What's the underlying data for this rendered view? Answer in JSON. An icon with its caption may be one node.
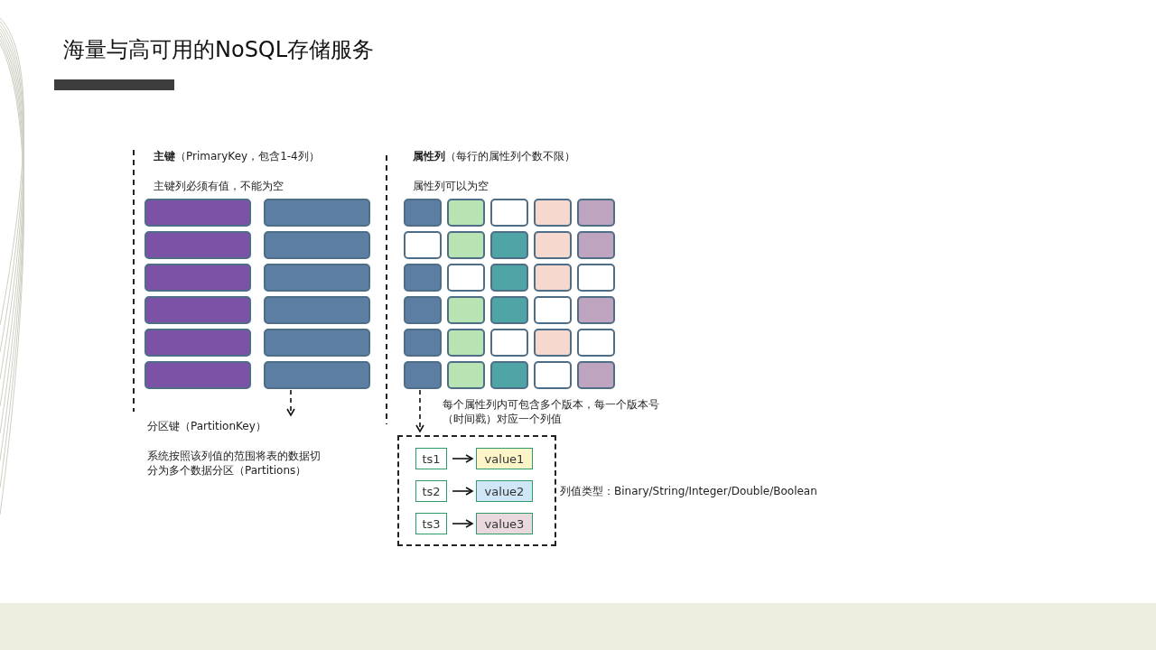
{
  "diagram": {
    "title": "海量与高可用的NoSQL存储服务",
    "nodes": [
      {
        "text": [],
        "shape": "box"
      },
      {
        "text": [],
        "shape": "box"
      },
      {
        "text": [],
        "shape": "box"
      },
      {
        "text": [],
        "shape": "box"
      },
      {
        "text": [],
        "shape": "box"
      },
      {
        "text": [],
        "shape": "box"
      },
      {
        "text": [],
        "shape": "box"
      },
      {
        "text": [],
        "shape": "box"
      },
      {
        "text": [],
        "shape": "box"
      },
      {
        "text": [],
        "shape": "box"
      },
      {
        "text": [],
        "shape": "box"
      },
      {
        "text": [],
        "shape": "box"
      },
      {
        "text": [],
        "shape": "box"
      },
      {
        "text": [],
        "shape": "box"
      },
      {
        "text": [],
        "shape": "box"
      },
      {
        "text": [],
        "shape": "box"
      },
      {
        "text": [],
        "shape": "box"
      },
      {
        "text": [],
        "shape": "box"
      },
      {
        "text": [],
        "shape": "box"
      },
      {
        "text": [],
        "shape": "box"
      },
      {
        "text": [],
        "shape": "box"
      },
      {
        "text": [],
        "shape": "box"
      },
      {
        "text": [],
        "shape": "box"
      },
      {
        "text": [],
        "shape": "box"
      },
      {
        "text": [],
        "shape": "box"
      },
      {
        "text": [],
        "shape": "box"
      },
      {
        "text": [],
        "shape": "box"
      },
      {
        "text": [],
        "shape": "box"
      },
      {
        "text": [],
        "shape": "box"
      },
      {
        "text": [],
        "shape": "box"
      },
      {
        "text": [],
        "shape": "box"
      },
      {
        "text": [],
        "shape": "box"
      },
      {
        "text": [],
        "shape": "box"
      },
      {
        "text": [],
        "shape": "box"
      },
      {
        "text": [],
        "shape": "box"
      },
      {
        "text": [],
        "shape": "box"
      },
      {
        "text": [],
        "shape": "box"
      },
      {
        "text": [],
        "shape": "box"
      },
      {
        "text": [],
        "shape": "box"
      },
      {
        "text": [],
        "shape": "box"
      },
      {
        "text": [],
        "shape": "box"
      },
      {
        "text": [],
        "shape": "box"
      },
      {
        "text": [
          "分区键（PartitionKey）"
        ]
      },
      {
        "text": [],
        "shape": "box"
      },
      {
        "text": [
          "ts1"
        ],
        "in": 43
      },
      {
        "text": [
          "value1"
        ],
        "in": 43
      },
      {
        "text": [
          "ts2"
        ],
        "in": 43
      },
      {
        "text": [
          "value2"
        ],
        "in": 43
      },
      {
        "text": [
          "ts3"
        ],
        "in": 43
      },
      {
        "text": [
          "value3"
        ],
        "in": 43
      }
    ],
    "edges": [
      {
        "from": 11,
        "to": 42,
        "arrow": "to",
        "style": "dashed"
      },
      {
        "from": 37,
        "to": 43,
        "arrow": "to",
        "style": "dashed"
      },
      {
        "from": 44,
        "to": 45,
        "arrow": "to"
      },
      {
        "from": 46,
        "to": 47,
        "arrow": "to"
      },
      {
        "from": 48,
        "to": 49,
        "arrow": "to"
      }
    ],
    "labels": [
      "**主键**（PrimaryKey，包含1-4列）",
      "**属性列**（每行的属性列个数不限）",
      "主键列必须有值，不能为空",
      "属性列可以为空",
      "每个属性列内可包含多个版本，每一个版本号（时间戳）对应一个列值",
      "系统按照该列值的范围将表的数据切分为多个数据分区（Partitions）",
      "列值类型：Binary/String/Integer/Double/Boolean"
    ]
  }
}
